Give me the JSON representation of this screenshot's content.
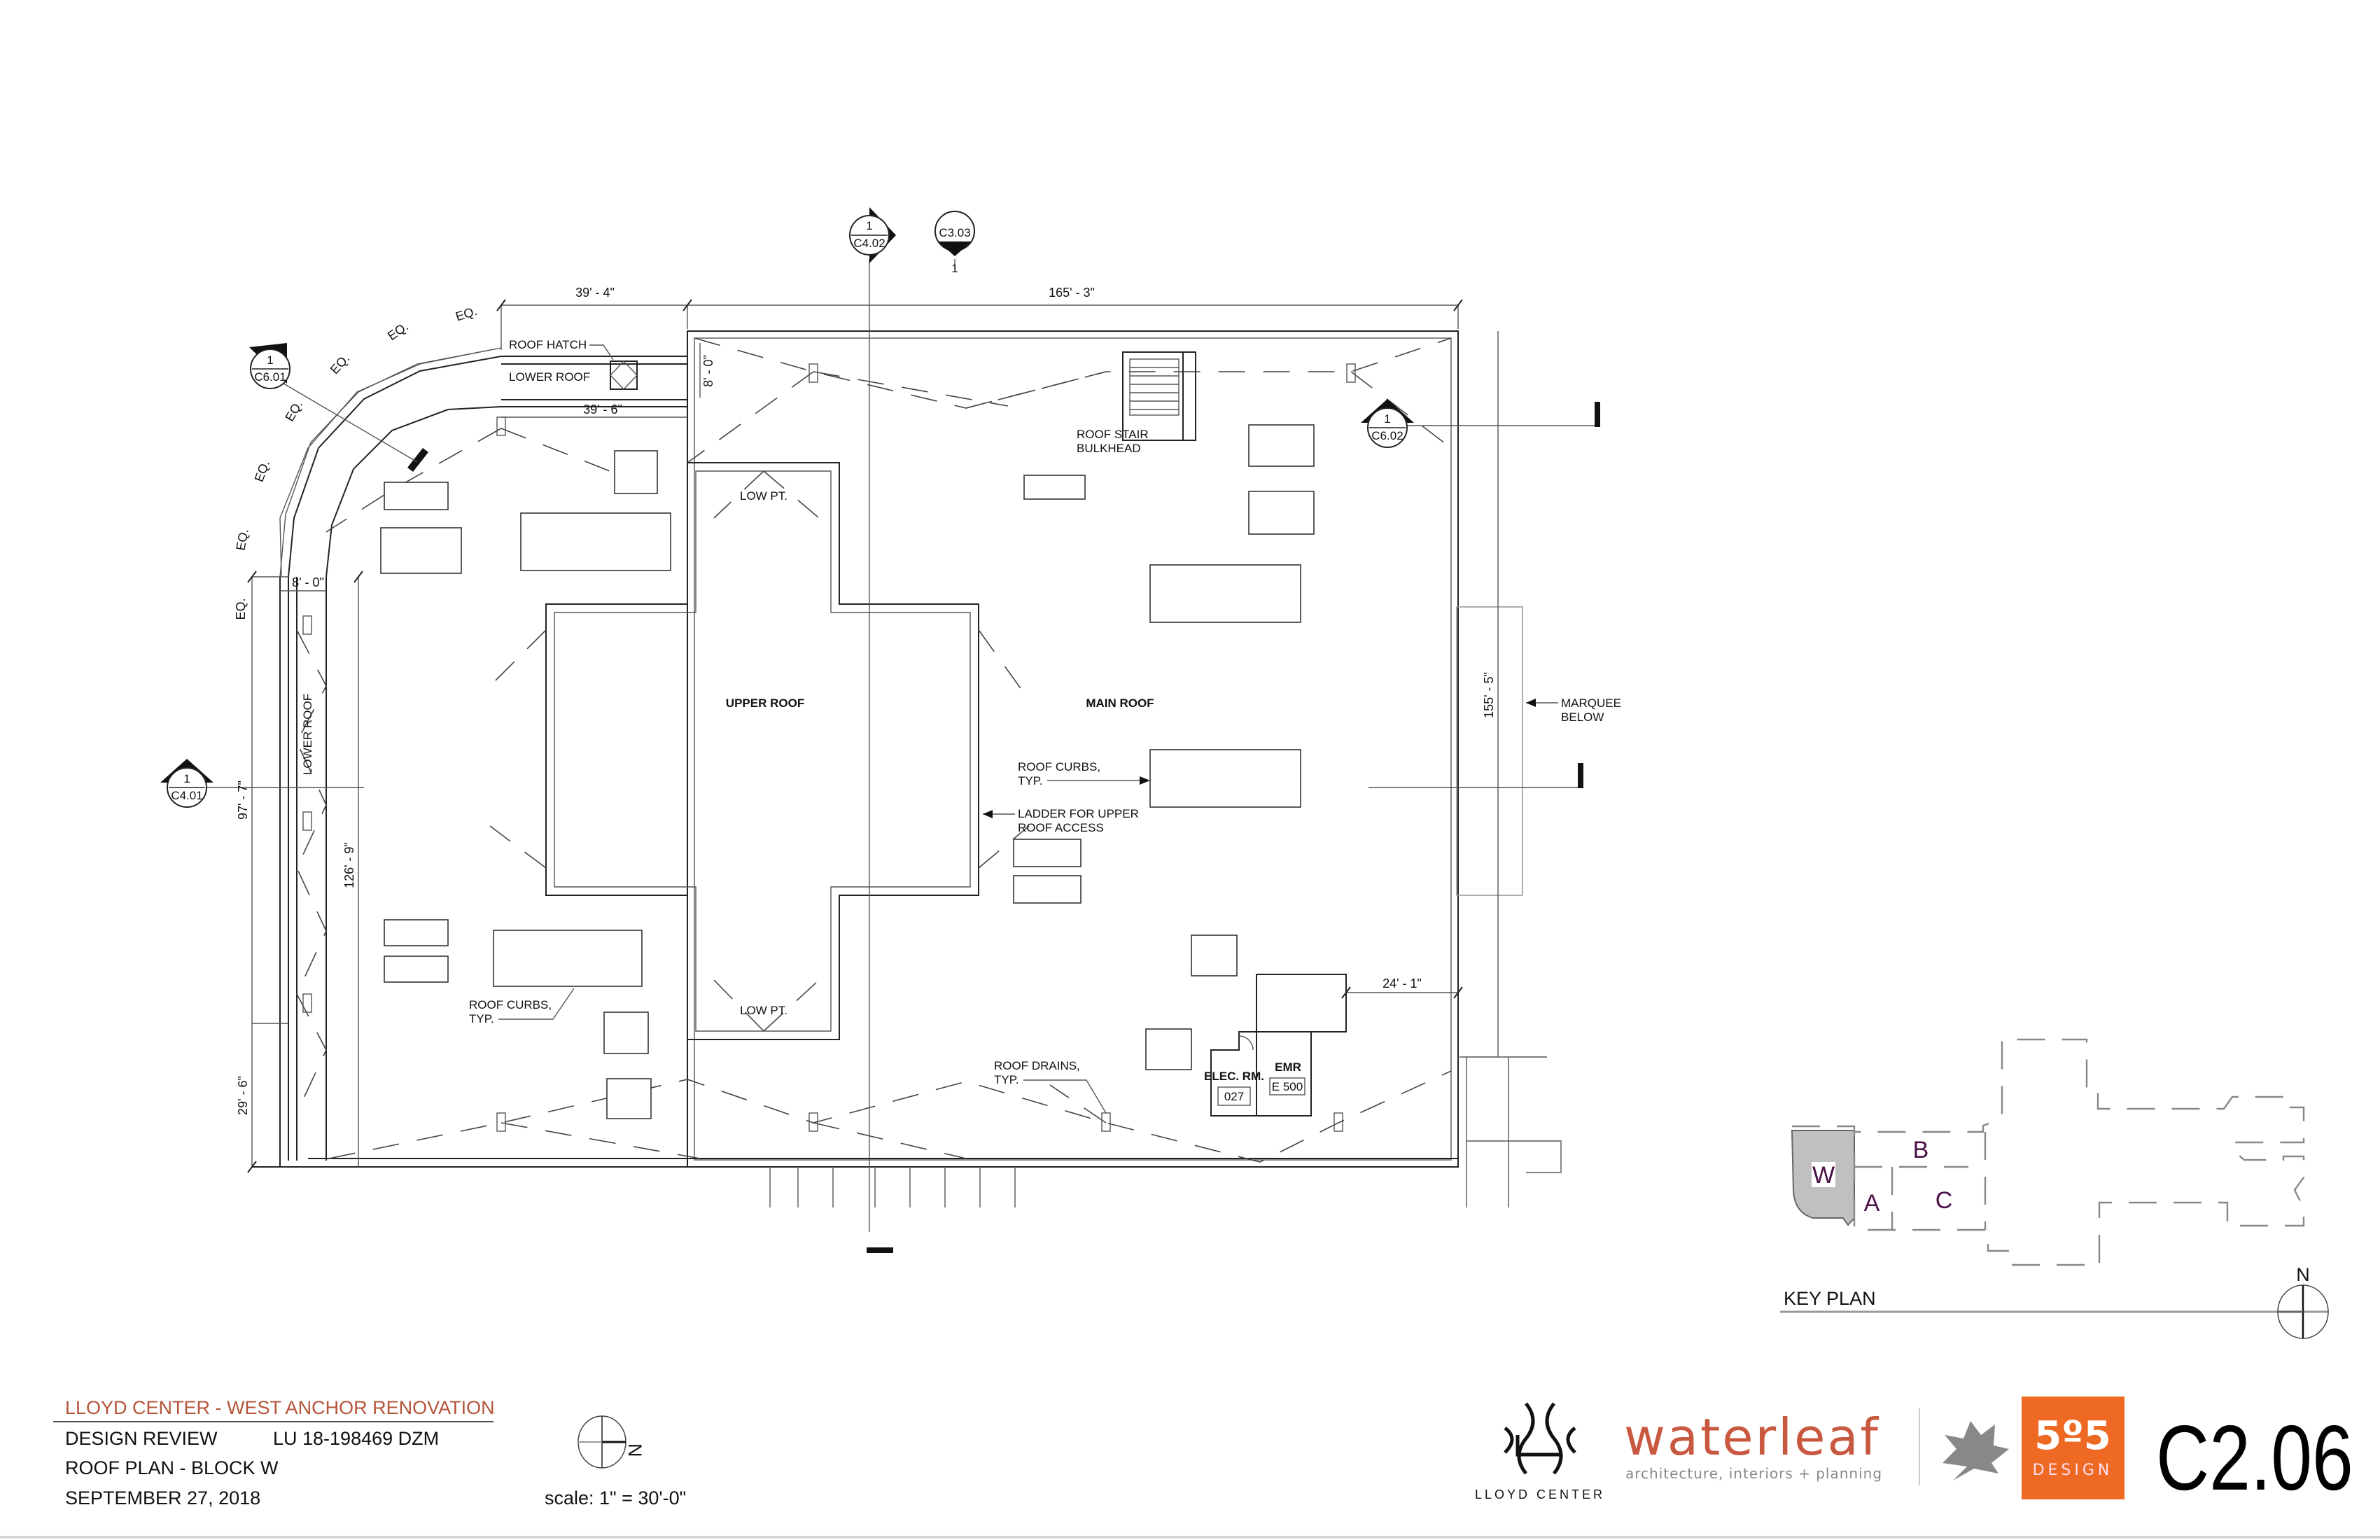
{
  "plan": {
    "upper_roof": "UPPER ROOF",
    "main_roof": "MAIN ROOF",
    "lower_roof_h": "LOWER ROOF",
    "lower_roof_v": "LOWER ROOF",
    "low_pt_top": "LOW PT.",
    "low_pt_bottom": "LOW PT.",
    "roof_hatch": "ROOF HATCH",
    "roof_stair_1": "ROOF STAIR",
    "roof_stair_2": "BULKHEAD",
    "marquee_1": "MARQUEE",
    "marquee_2": "BELOW",
    "curbs_right_1": "ROOF CURBS,",
    "curbs_right_2": "TYP.",
    "curbs_left_1": "ROOF CURBS,",
    "curbs_left_2": "TYP.",
    "ladder_1": "LADDER FOR UPPER",
    "ladder_2": "ROOF ACCESS",
    "drains_1": "ROOF DRAINS,",
    "drains_2": "TYP.",
    "elec_rm": "ELEC. RM.",
    "elec_rm_num": "027",
    "emr": "EMR",
    "emr_num": "E 500"
  },
  "dimensions": {
    "d_39_4": "39' - 4\"",
    "d_39_6": "39' - 6\"",
    "d_165_3": "165' - 3\"",
    "d_8_0_top": "8' - 0\"",
    "d_8_0_left": "8' - 0\"",
    "d_155_5": "155' - 5\"",
    "d_97_7": "97' - 7\"",
    "d_126_9": "126' - 9\"",
    "d_29_6": "29' - 6\"",
    "d_24_1": "24' - 1\"",
    "eq": [
      "EQ.",
      "EQ.",
      "EQ.",
      "EQ.",
      "EQ.",
      "EQ.",
      "EQ."
    ]
  },
  "section_markers": [
    {
      "num": "1",
      "sheet": "C4.02"
    },
    {
      "num": "1",
      "sheet": "C3.03"
    },
    {
      "num": "1",
      "sheet": "C6.01"
    },
    {
      "num": "1",
      "sheet": "C6.02"
    },
    {
      "num": "1",
      "sheet": "C4.01"
    }
  ],
  "key_plan": {
    "title": "KEY PLAN",
    "blocks": [
      "W",
      "B",
      "A",
      "C"
    ],
    "north": "N",
    "highlight_color": "#c0c0c0",
    "letter_color": "#4a1248"
  },
  "title_block": {
    "project": "LLOYD CENTER - WEST ANCHOR RENOVATION",
    "project_color": "#b5543a",
    "phase": "DESIGN REVIEW",
    "case_number": "LU 18-198469 DZM",
    "sheet_title": "ROOF PLAN - BLOCK W",
    "date": "SEPTEMBER 27, 2018",
    "scale": "scale: 1\" = 30'-0\"",
    "north": "N",
    "sheet_number": "C2.06"
  },
  "logos": {
    "lloyd": "LLOYD CENTER",
    "waterleaf": "waterleaf",
    "waterleaf_tag": "architecture, interiors + planning",
    "waterleaf_color": "#c8583f",
    "design_505_num": "5º5",
    "design_505_word": "DESIGN",
    "design_505_color": "#ee6a24"
  }
}
